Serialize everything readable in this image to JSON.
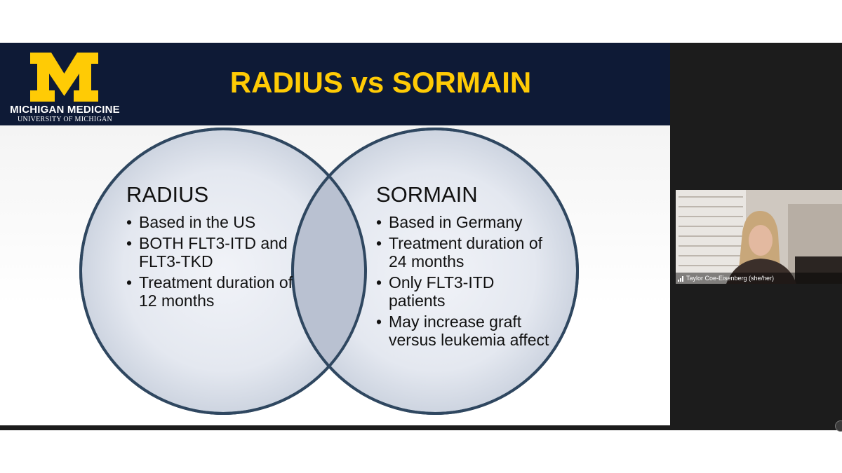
{
  "slide": {
    "logo_line1": "MICHIGAN MEDICINE",
    "logo_line2": "UNIVERSITY OF MICHIGAN",
    "title": "RADIUS vs SORMAIN",
    "left": {
      "heading": "RADIUS",
      "bullets": [
        "Based in the US",
        "BOTH FLT3-ITD and FLT3-TKD",
        "Treatment duration of 12 months"
      ]
    },
    "right": {
      "heading": "SORMAIN",
      "bullets": [
        "Based in Germany",
        "Treatment duration of 24 months",
        "Only FLT3-ITD patients",
        "May increase graft versus leukemia affect"
      ]
    }
  },
  "participant": {
    "name": "Taylor Coe-Eisenberg (she/her)"
  },
  "colors": {
    "header_bg": "#0e1a36",
    "maize": "#ffcb05",
    "circle_stroke": "#2f4760",
    "frame_bg": "#1c1c1c"
  },
  "icons": [
    "block-m-logo-icon",
    "signal-bars-icon",
    "chevron-right-icon"
  ]
}
